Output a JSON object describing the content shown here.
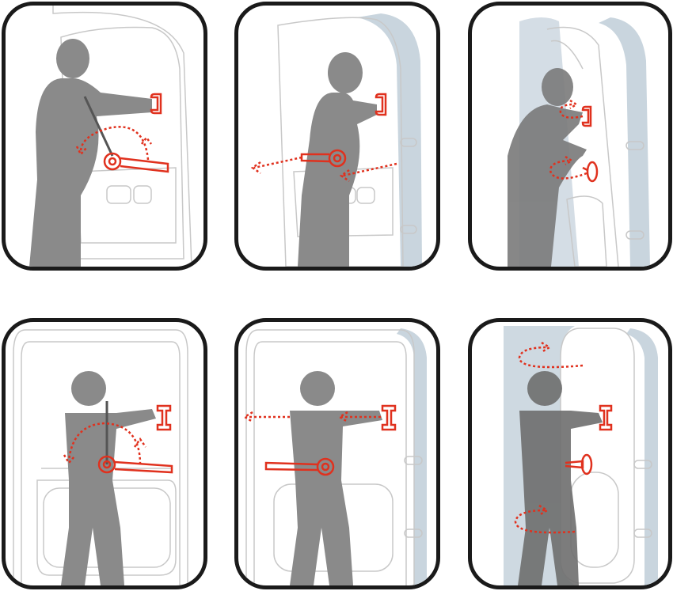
{
  "diagram": {
    "type": "door-operation-instruction-sequence",
    "panel_count": 6,
    "colors": {
      "frame": "#1a1a1a",
      "figure": "#8a8a8a",
      "figure_dark": "#6e6e6e",
      "door_line": "#c8c8c8",
      "door_edge": "#b4c6d4",
      "door_open_fill": "#c9d5de",
      "handle_red": "#e0311e",
      "arrow_red": "#e0311e"
    },
    "panels": [
      {
        "step": 1,
        "view": "side",
        "action": "grab-handle-and-rotate-lever-up",
        "icons": [
          "person-figure-icon",
          "grab-handle-icon",
          "lever-icon",
          "rotate-arrow-icon"
        ]
      },
      {
        "step": 2,
        "view": "side",
        "action": "pull-lever-back-door-unlatches",
        "icons": [
          "person-figure-icon",
          "grab-handle-icon",
          "lever-icon",
          "pull-arrow-icon"
        ]
      },
      {
        "step": 3,
        "view": "side",
        "action": "swing-door-open-rotate-handles",
        "icons": [
          "person-figure-icon",
          "grab-handle-icon",
          "door-handle-icon",
          "rotate-arrow-icon"
        ]
      },
      {
        "step": 4,
        "view": "front",
        "action": "grab-handle-and-rotate-lever-up",
        "icons": [
          "person-figure-icon",
          "grab-handle-icon",
          "lever-icon",
          "rotate-arrow-icon"
        ]
      },
      {
        "step": 5,
        "view": "front",
        "action": "pull-lever-toward-body",
        "icons": [
          "person-figure-icon",
          "grab-handle-icon",
          "lever-icon",
          "pull-arrow-icon"
        ]
      },
      {
        "step": 6,
        "view": "front",
        "action": "swing-door-open-rotate-handles",
        "icons": [
          "person-figure-icon",
          "grab-handle-icon",
          "door-handle-icon",
          "rotate-arrow-icon"
        ]
      }
    ]
  }
}
